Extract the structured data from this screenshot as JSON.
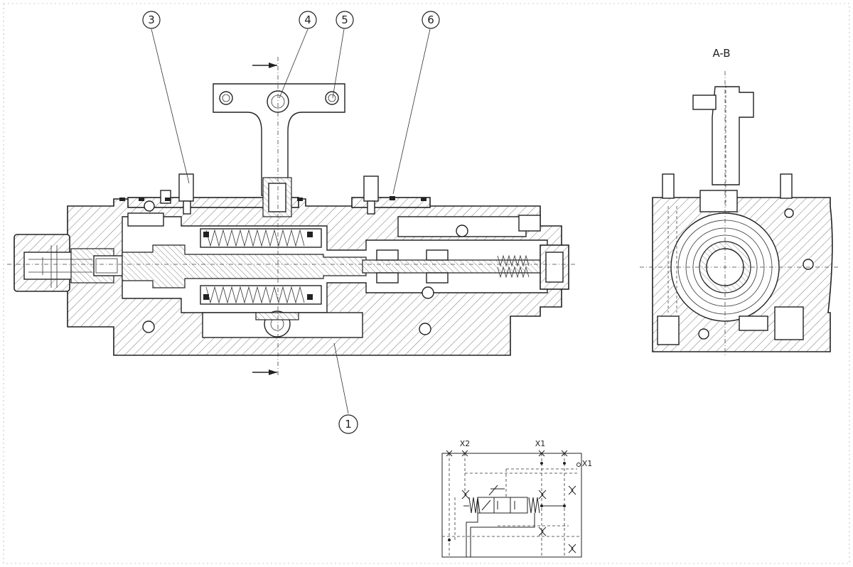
{
  "section_label": "A-B",
  "balloons": [
    {
      "id": "balloon-1",
      "label": "1"
    },
    {
      "id": "balloon-3",
      "label": "3"
    },
    {
      "id": "balloon-4",
      "label": "4"
    },
    {
      "id": "balloon-5",
      "label": "5"
    },
    {
      "id": "balloon-6",
      "label": "6"
    }
  ],
  "schematic": {
    "port_x2": "X2",
    "port_x1_top": "X1",
    "port_x1_side": "X1"
  }
}
